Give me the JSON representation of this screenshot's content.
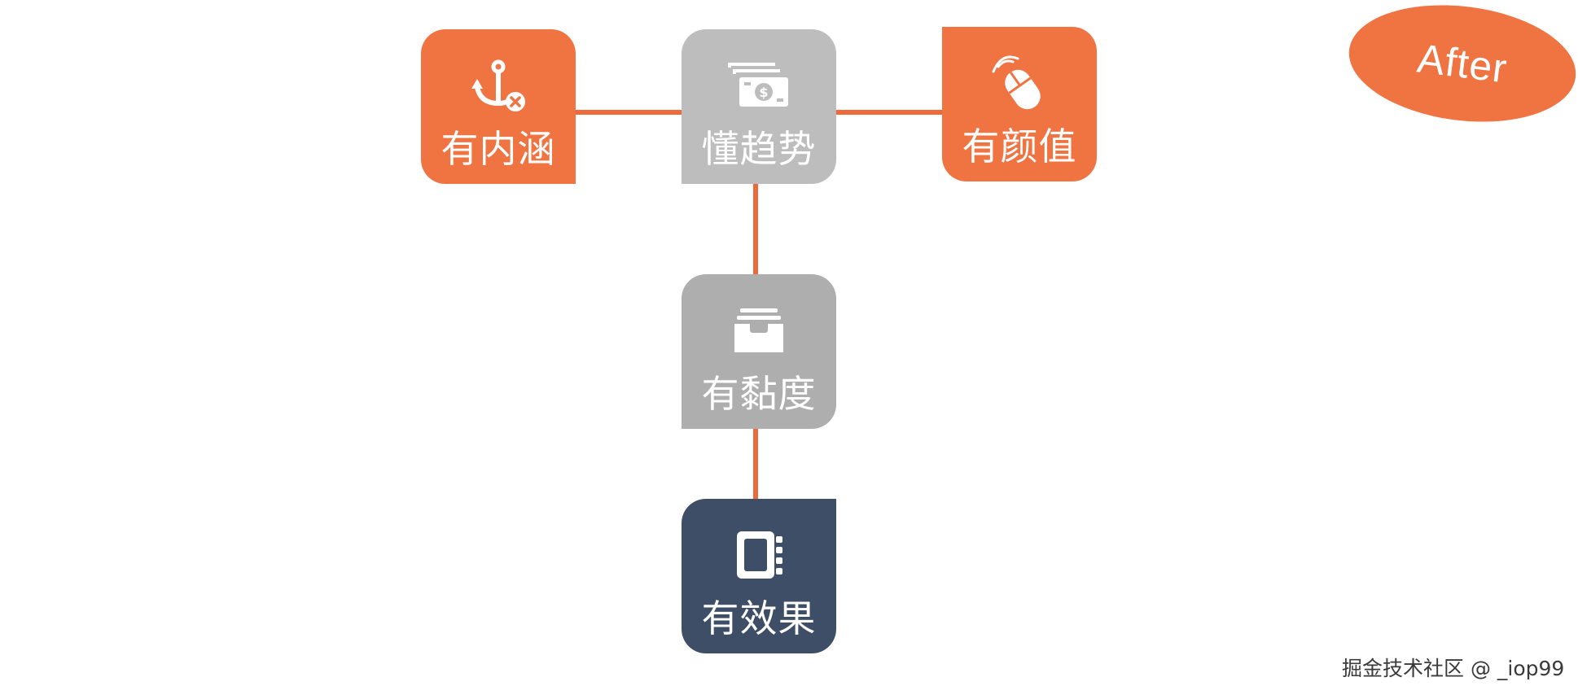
{
  "diagram": {
    "nodes": [
      {
        "id": "neihan",
        "label": "有内涵",
        "icon": "anchor-x-icon",
        "color": "#f07442"
      },
      {
        "id": "qushi",
        "label": "懂趋势",
        "icon": "money-cards-icon",
        "color": "#bdbdbd"
      },
      {
        "id": "yanzhi",
        "label": "有颜值",
        "icon": "mouse-icon",
        "color": "#f07442"
      },
      {
        "id": "niandu",
        "label": "有黏度",
        "icon": "inbox-tray-icon",
        "color": "#aeaeae"
      },
      {
        "id": "xiaoguo",
        "label": "有效果",
        "icon": "notebook-icon",
        "color": "#3e4e66"
      }
    ],
    "edges": [
      [
        "neihan",
        "qushi"
      ],
      [
        "qushi",
        "yanzhi"
      ],
      [
        "qushi",
        "niandu"
      ],
      [
        "niandu",
        "xiaoguo"
      ]
    ],
    "connector_color": "#ec6a3c"
  },
  "badge": {
    "text": "After",
    "color": "#f07442"
  },
  "watermark": {
    "text": "掘金技术社区 @ _iop99"
  }
}
